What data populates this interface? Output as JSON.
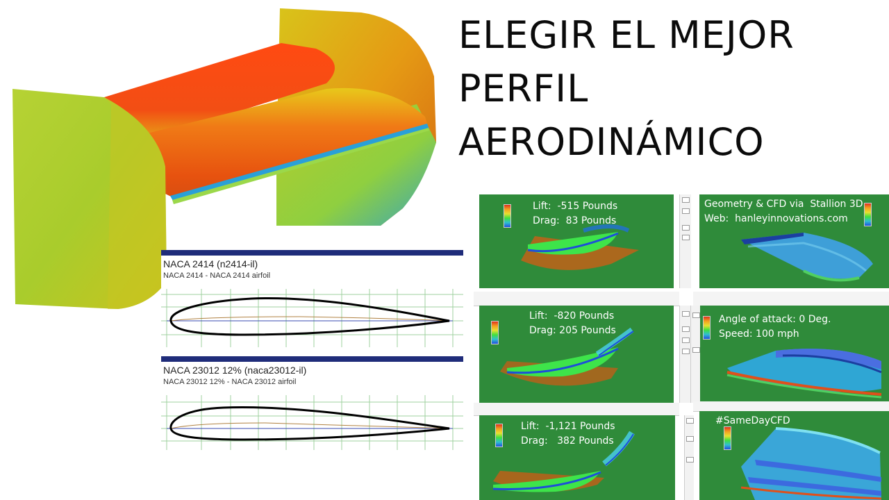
{
  "title": {
    "line1": "ELEGIR EL MEJOR",
    "line2": "PERFIL",
    "line3": "AERODINÁMICO"
  },
  "airfoils": [
    {
      "name": "NACA 2414 (n2414-il)",
      "description": "NACA 2414 - NACA 2414 airfoil"
    },
    {
      "name": "NACA 23012 12% (naca23012-il)",
      "description": "NACA 23012 12% - NACA 23012 airfoil"
    }
  ],
  "cfd": {
    "panel1": {
      "lift": "Lift:  -515 Pounds",
      "drag": "Drag:  83 Pounds"
    },
    "panel2": {
      "line1": "Geometry & CFD via  Stallion 3D",
      "line2": "Web:  hanleyinnovations.com"
    },
    "panel3": {
      "lift": "Lift:  -820 Pounds",
      "drag": "Drag: 205 Pounds"
    },
    "panel4": {
      "line1": "Angle of attack: 0 Deg.",
      "line2": "Speed: 100 mph"
    },
    "panel5": {
      "lift": "Lift:  -1,121 Pounds",
      "drag": "Drag:   382 Pounds"
    },
    "panel6": {
      "line1": "#SameDayCFD"
    }
  },
  "colors": {
    "title": "#0b0b0b",
    "foil_bar": "#1f2c7a",
    "cfd_background": "#2e8a3c",
    "pressure_high": "#e0301e",
    "pressure_low": "#2050e0"
  }
}
